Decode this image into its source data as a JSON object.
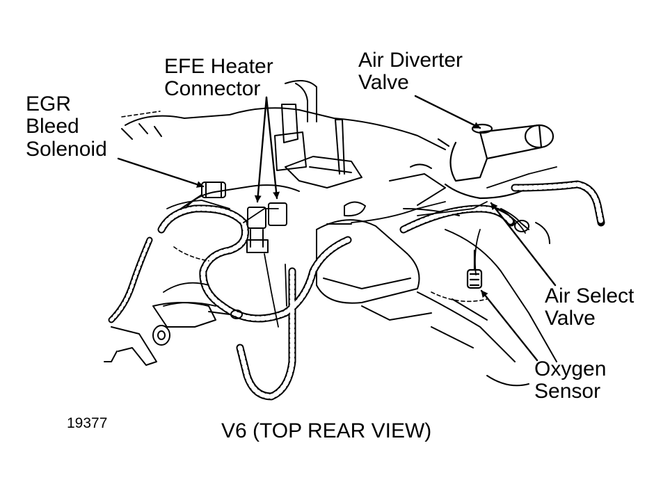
{
  "labels": {
    "egr_bleed_solenoid": "EGR\nBleed\nSolenoid",
    "efe_heater_connector": "EFE Heater\nConnector",
    "air_diverter_valve": "Air Diverter\nValve",
    "air_select_valve": "Air Select\nValve",
    "oxygen_sensor": "Oxygen\nSensor"
  },
  "figure_number": "19377",
  "view_title": "V6 (TOP REAR VIEW)",
  "colors": {
    "ink": "#000000",
    "paper": "#ffffff"
  }
}
